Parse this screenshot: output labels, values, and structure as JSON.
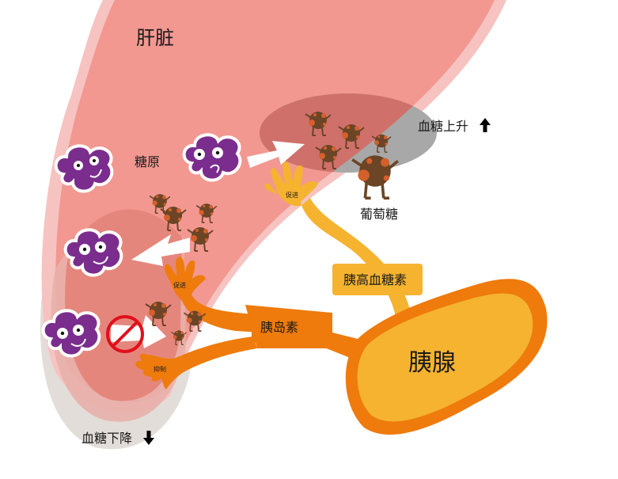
{
  "labels": {
    "liver": "肝脏",
    "glycogen": "糖原",
    "glucose": "葡萄糖",
    "blood_sugar_up": "血糖上升",
    "blood_sugar_down": "血糖下降",
    "glucagon": "胰高血糖素",
    "insulin": "胰岛素",
    "pancreas": "胰腺",
    "promote_glucagon": "促进",
    "promote_insulin": "促进",
    "inhibit_insulin": "抑制"
  },
  "icons": {
    "up": "arrow-up-icon",
    "down": "arrow-down-icon",
    "prohibit": "prohibit-icon"
  },
  "colors": {
    "liver_outer": "#f6c3c1",
    "liver": "#f29891",
    "liver_inner": "#e5867c",
    "blood_zone": "#e2ddd9",
    "blood_zone_mid": "#e8b0aa",
    "gray_zone": "#a8a8a8",
    "glycogen": "#7b2d8e",
    "glucose": "#6b4526",
    "glucose_spot": "#d4602c",
    "glucagon": "#f5b330",
    "insulin": "#ee7b0c",
    "pancreas_fill": "#f5b330",
    "prohibit": "#e0101c"
  }
}
